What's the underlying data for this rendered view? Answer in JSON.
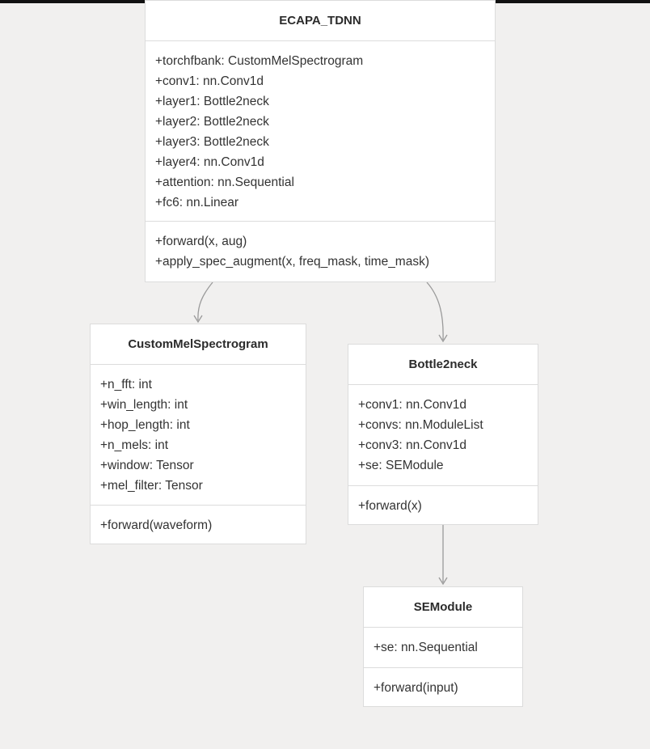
{
  "classes": {
    "ecapa": {
      "name": "ECAPA_TDNN",
      "attributes": [
        "+torchfbank: CustomMelSpectrogram",
        "+conv1: nn.Conv1d",
        "+layer1: Bottle2neck",
        "+layer2: Bottle2neck",
        "+layer3: Bottle2neck",
        "+layer4: nn.Conv1d",
        "+attention: nn.Sequential",
        "+fc6: nn.Linear"
      ],
      "methods": [
        "+forward(x, aug)",
        "+apply_spec_augment(x, freq_mask, time_mask)"
      ]
    },
    "mel": {
      "name": "CustomMelSpectrogram",
      "attributes": [
        "+n_fft: int",
        "+win_length: int",
        "+hop_length: int",
        "+n_mels: int",
        "+window: Tensor",
        "+mel_filter: Tensor"
      ],
      "methods": [
        "+forward(waveform)"
      ]
    },
    "bottle": {
      "name": "Bottle2neck",
      "attributes": [
        "+conv1: nn.Conv1d",
        "+convs: nn.ModuleList",
        "+conv3: nn.Conv1d",
        "+se: SEModule"
      ],
      "methods": [
        "+forward(x)"
      ]
    },
    "se": {
      "name": "SEModule",
      "attributes": [
        "+se: nn.Sequential"
      ],
      "methods": [
        "+forward(input)"
      ]
    }
  },
  "colors": {
    "background": "#f1f0ef",
    "box": "#ffffff",
    "border": "#dcdcdc",
    "edge": "#9a9a9a"
  }
}
